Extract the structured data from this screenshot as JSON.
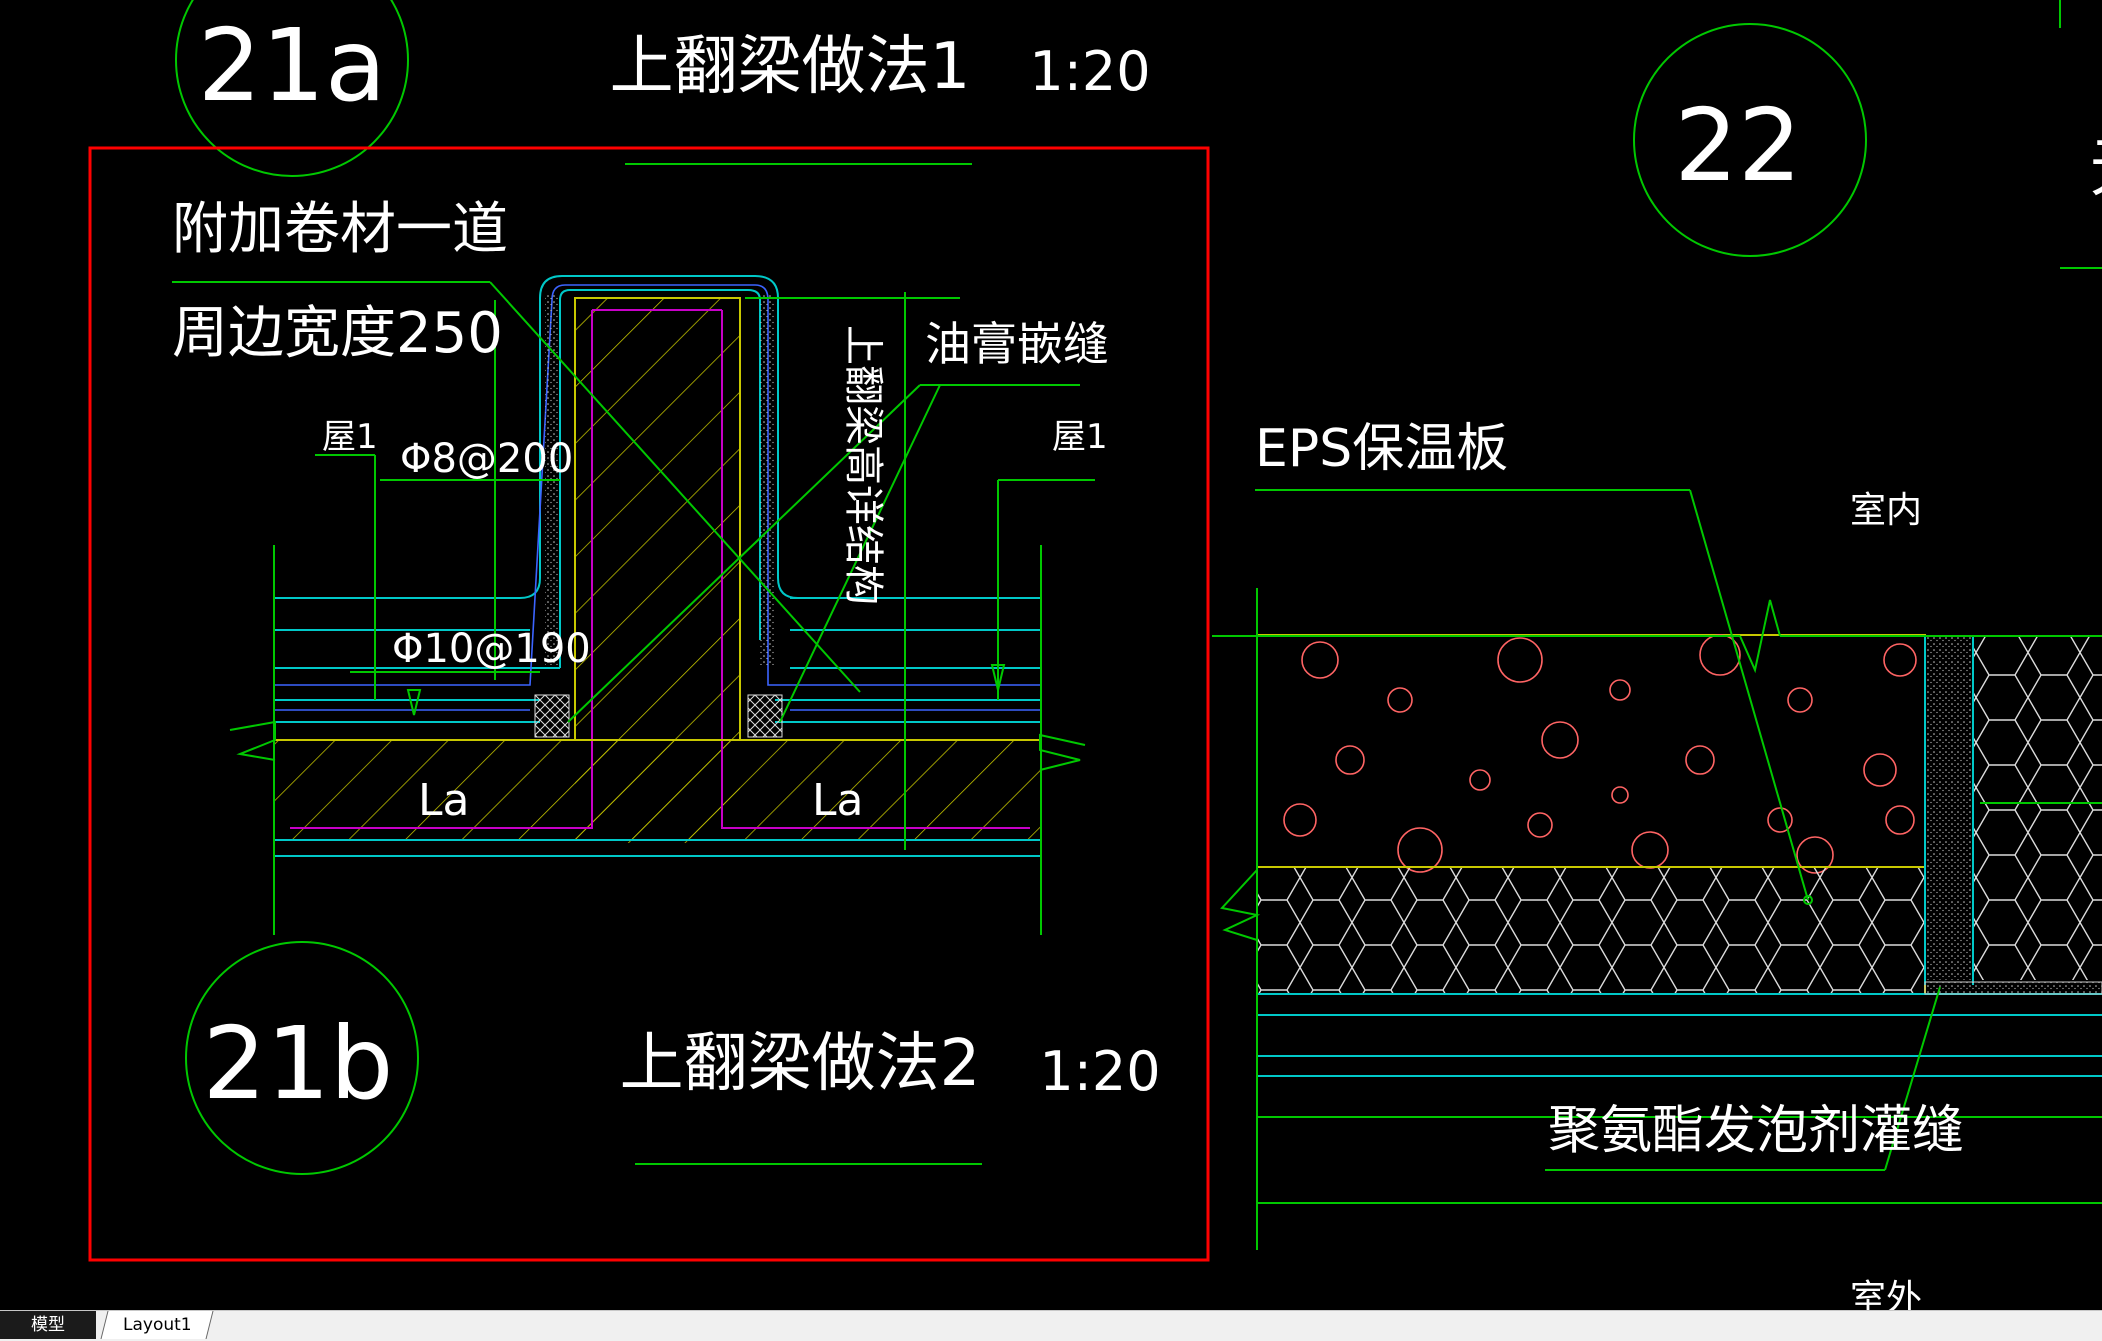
{
  "detail_21a": {
    "marker": "21a",
    "title": "上翻梁做法1",
    "scale": "1:20"
  },
  "detail_21b": {
    "marker": "21b",
    "title": "上翻梁做法2",
    "scale": "1:20",
    "note_line1": "附加卷材一道",
    "note_line2": "周边宽度250",
    "rebar_1": "Φ8@200",
    "rebar_2": "Φ10@190",
    "level_left": "屋1",
    "level_right": "屋1",
    "sealant": "油膏嵌缝",
    "beam_height": "上翻梁高详结构",
    "anchor_left": "La",
    "anchor_right": "La"
  },
  "detail_22": {
    "marker": "22",
    "eps_label": "EPS保温板",
    "indoor": "室内",
    "outdoor": "室外",
    "foam_label": "聚氨酯发泡剂灌缝",
    "cropped_char": "无"
  },
  "tabs": [
    {
      "label": "模型",
      "active": true
    },
    {
      "label": "Layout1",
      "active": false
    }
  ],
  "colors": {
    "background": "#000000",
    "cad_green": "#00c800",
    "cad_white": "#ffffff",
    "cad_red": "#ff0000",
    "cad_cyan": "#00c8c8",
    "cad_magenta": "#c800c8",
    "cad_yellow": "#c8c800"
  }
}
